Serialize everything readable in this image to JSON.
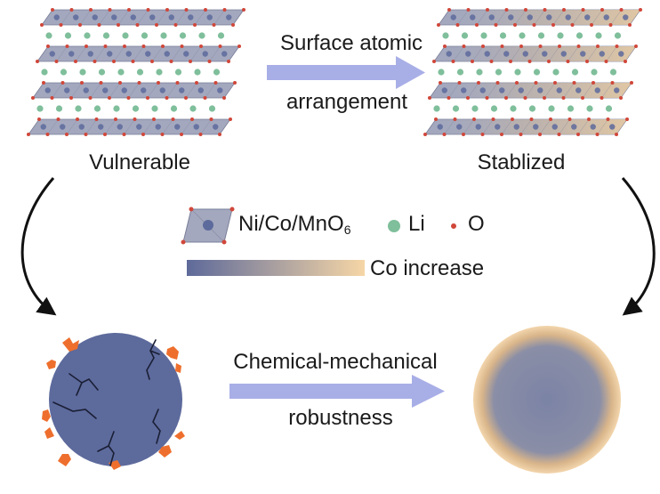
{
  "labels": {
    "left_top": "Vulnerable",
    "right_top": "Stablized",
    "top_arrow_line1": "Surface atomic",
    "top_arrow_line2": "arrangement",
    "bottom_arrow_line1": "Chemical-mechanical",
    "bottom_arrow_line2": "robustness"
  },
  "legend": {
    "octahedron_label": "Ni/Co/MnO",
    "octahedron_subscript": "6",
    "li_label": "Li",
    "o_label": "O",
    "gradient_label": "Co increase"
  },
  "colors": {
    "layer_fill": "#a3a8be",
    "layer_edge": "#7a7f99",
    "li_atom": "#7fbf9b",
    "o_atom": "#d0473a",
    "arrow": "#a8aee6",
    "particle_blue": "#5d6a9c",
    "particle_core": "#7b83a6",
    "particle_shell": "#efc690",
    "crack": "#1a1f35",
    "debris": "#ee6f2d",
    "gradient_start": "#5e6a9a",
    "gradient_end": "#f6d6a6"
  }
}
